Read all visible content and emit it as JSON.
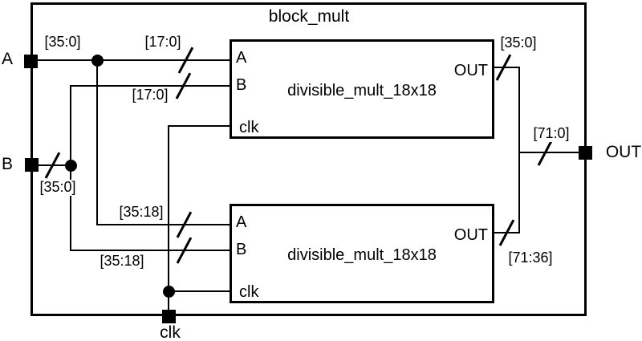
{
  "diagram": {
    "title": "block_mult",
    "external_ports": {
      "a": {
        "label": "A",
        "bus": "[35:0]"
      },
      "b": {
        "label": "B",
        "bus": "[35:0]"
      },
      "clk": {
        "label": "clk"
      },
      "out": {
        "label": "OUT",
        "bus": "[71:0]"
      }
    },
    "wire_labels": {
      "a_to_upper": "[17:0]",
      "b_to_upper": "[17:0]",
      "a_to_lower": "[35:18]",
      "b_to_lower": "[35:18]",
      "upper_out": "[35:0]",
      "lower_out": "[71:36]"
    },
    "upper_block": {
      "title": "divisible_mult_18x18",
      "ports": {
        "a": "A",
        "b": "B",
        "clk": "clk",
        "out": "OUT"
      }
    },
    "lower_block": {
      "title": "divisible_mult_18x18",
      "ports": {
        "a": "A",
        "b": "B",
        "clk": "clk",
        "out": "OUT"
      }
    },
    "colors": {
      "line": "#000000",
      "background": "#ffffff"
    }
  }
}
